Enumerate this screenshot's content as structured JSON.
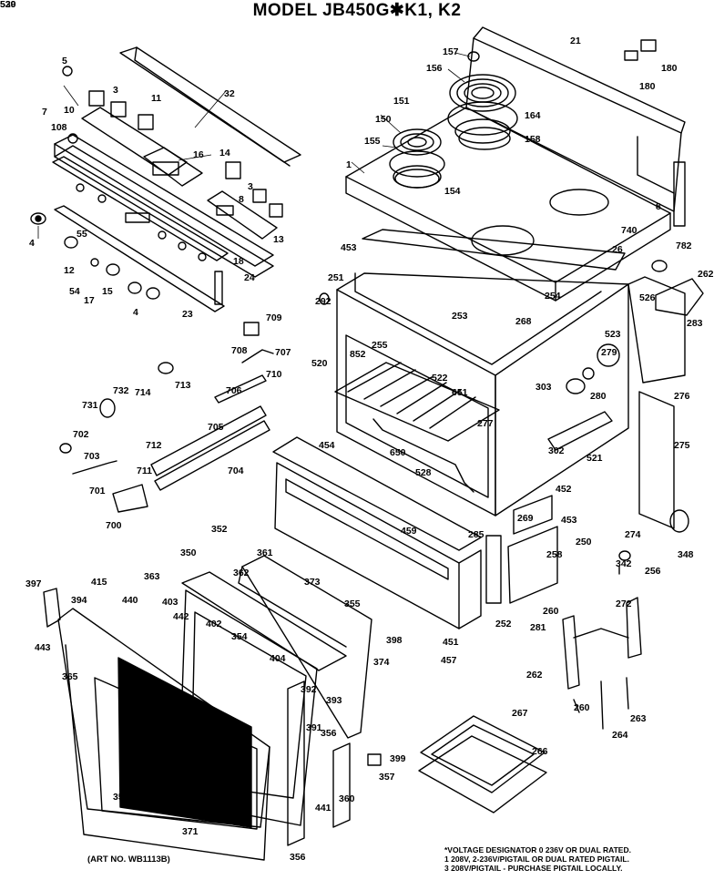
{
  "title": "MODEL JB450G✱K1, K2",
  "art_number": "(ART NO. WB1113B)",
  "footnote": [
    "*VOLTAGE DESIGNATOR 0 236V OR DUAL RATED.",
    "1 208V, 2-236V/PIGTAIL OR DUAL RATED PIGTAIL.",
    "3 208V/PIGTAIL - PURCHASE PIGTAIL LOCALLY."
  ],
  "callouts": [
    "5",
    "3",
    "11",
    "32",
    "7",
    "10",
    "108",
    "16",
    "14",
    "3",
    "8",
    "4",
    "55",
    "12",
    "54",
    "17",
    "15",
    "4",
    "23",
    "18",
    "24",
    "13",
    "157",
    "21",
    "180",
    "180",
    "156",
    "151",
    "164",
    "150",
    "158",
    "155",
    "1",
    "154",
    "740",
    "8",
    "782",
    "453",
    "26",
    "262",
    "251",
    "292",
    "253",
    "254",
    "268",
    "526",
    "283",
    "709",
    "708",
    "707",
    "710",
    "520",
    "852",
    "255",
    "522",
    "523",
    "279",
    "276",
    "714",
    "713",
    "706",
    "651",
    "303",
    "280",
    "731",
    "732",
    "277",
    "702",
    "705",
    "712",
    "703",
    "650",
    "302",
    "521",
    "275",
    "454",
    "528",
    "704",
    "711",
    "701",
    "700",
    "452",
    "459",
    "285",
    "453",
    "269",
    "258",
    "274",
    "352",
    "350",
    "361",
    "363",
    "362",
    "373",
    "442",
    "440",
    "403",
    "402",
    "354",
    "355",
    "397",
    "415",
    "394",
    "443",
    "365",
    "404",
    "398",
    "374",
    "392",
    "393",
    "391",
    "356",
    "399",
    "357",
    "441",
    "359",
    "371",
    "360",
    "356",
    "457",
    "451",
    "252",
    "260",
    "250",
    "342",
    "256",
    "348",
    "272",
    "281",
    "262",
    "260",
    "264",
    "263",
    "267",
    "266",
    "530",
    "529"
  ]
}
